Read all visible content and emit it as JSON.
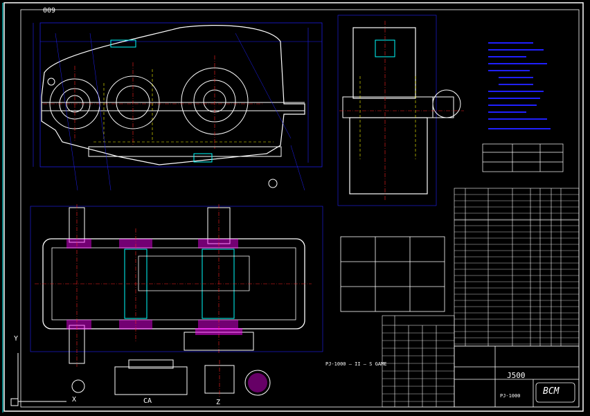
{
  "colors": {
    "background": "#000000",
    "outline": "#ffffff",
    "dimension": "#2020ff",
    "centerline": "#ff2020",
    "hidden": "#ffff00",
    "section_hatch": "#ff00ff",
    "cyan": "#00ffff",
    "table_green": "#00ff00"
  },
  "drawing": {
    "top_dimension": "009",
    "view_labels": {
      "section_ca": "CA",
      "view_z": "Z",
      "ucs_x": "X",
      "ucs_y": "Y"
    },
    "model_code": "PJ-1000 — II — S GAME",
    "scale": "J500",
    "part_number": "PJ-1000",
    "company_logo": "BCM"
  }
}
